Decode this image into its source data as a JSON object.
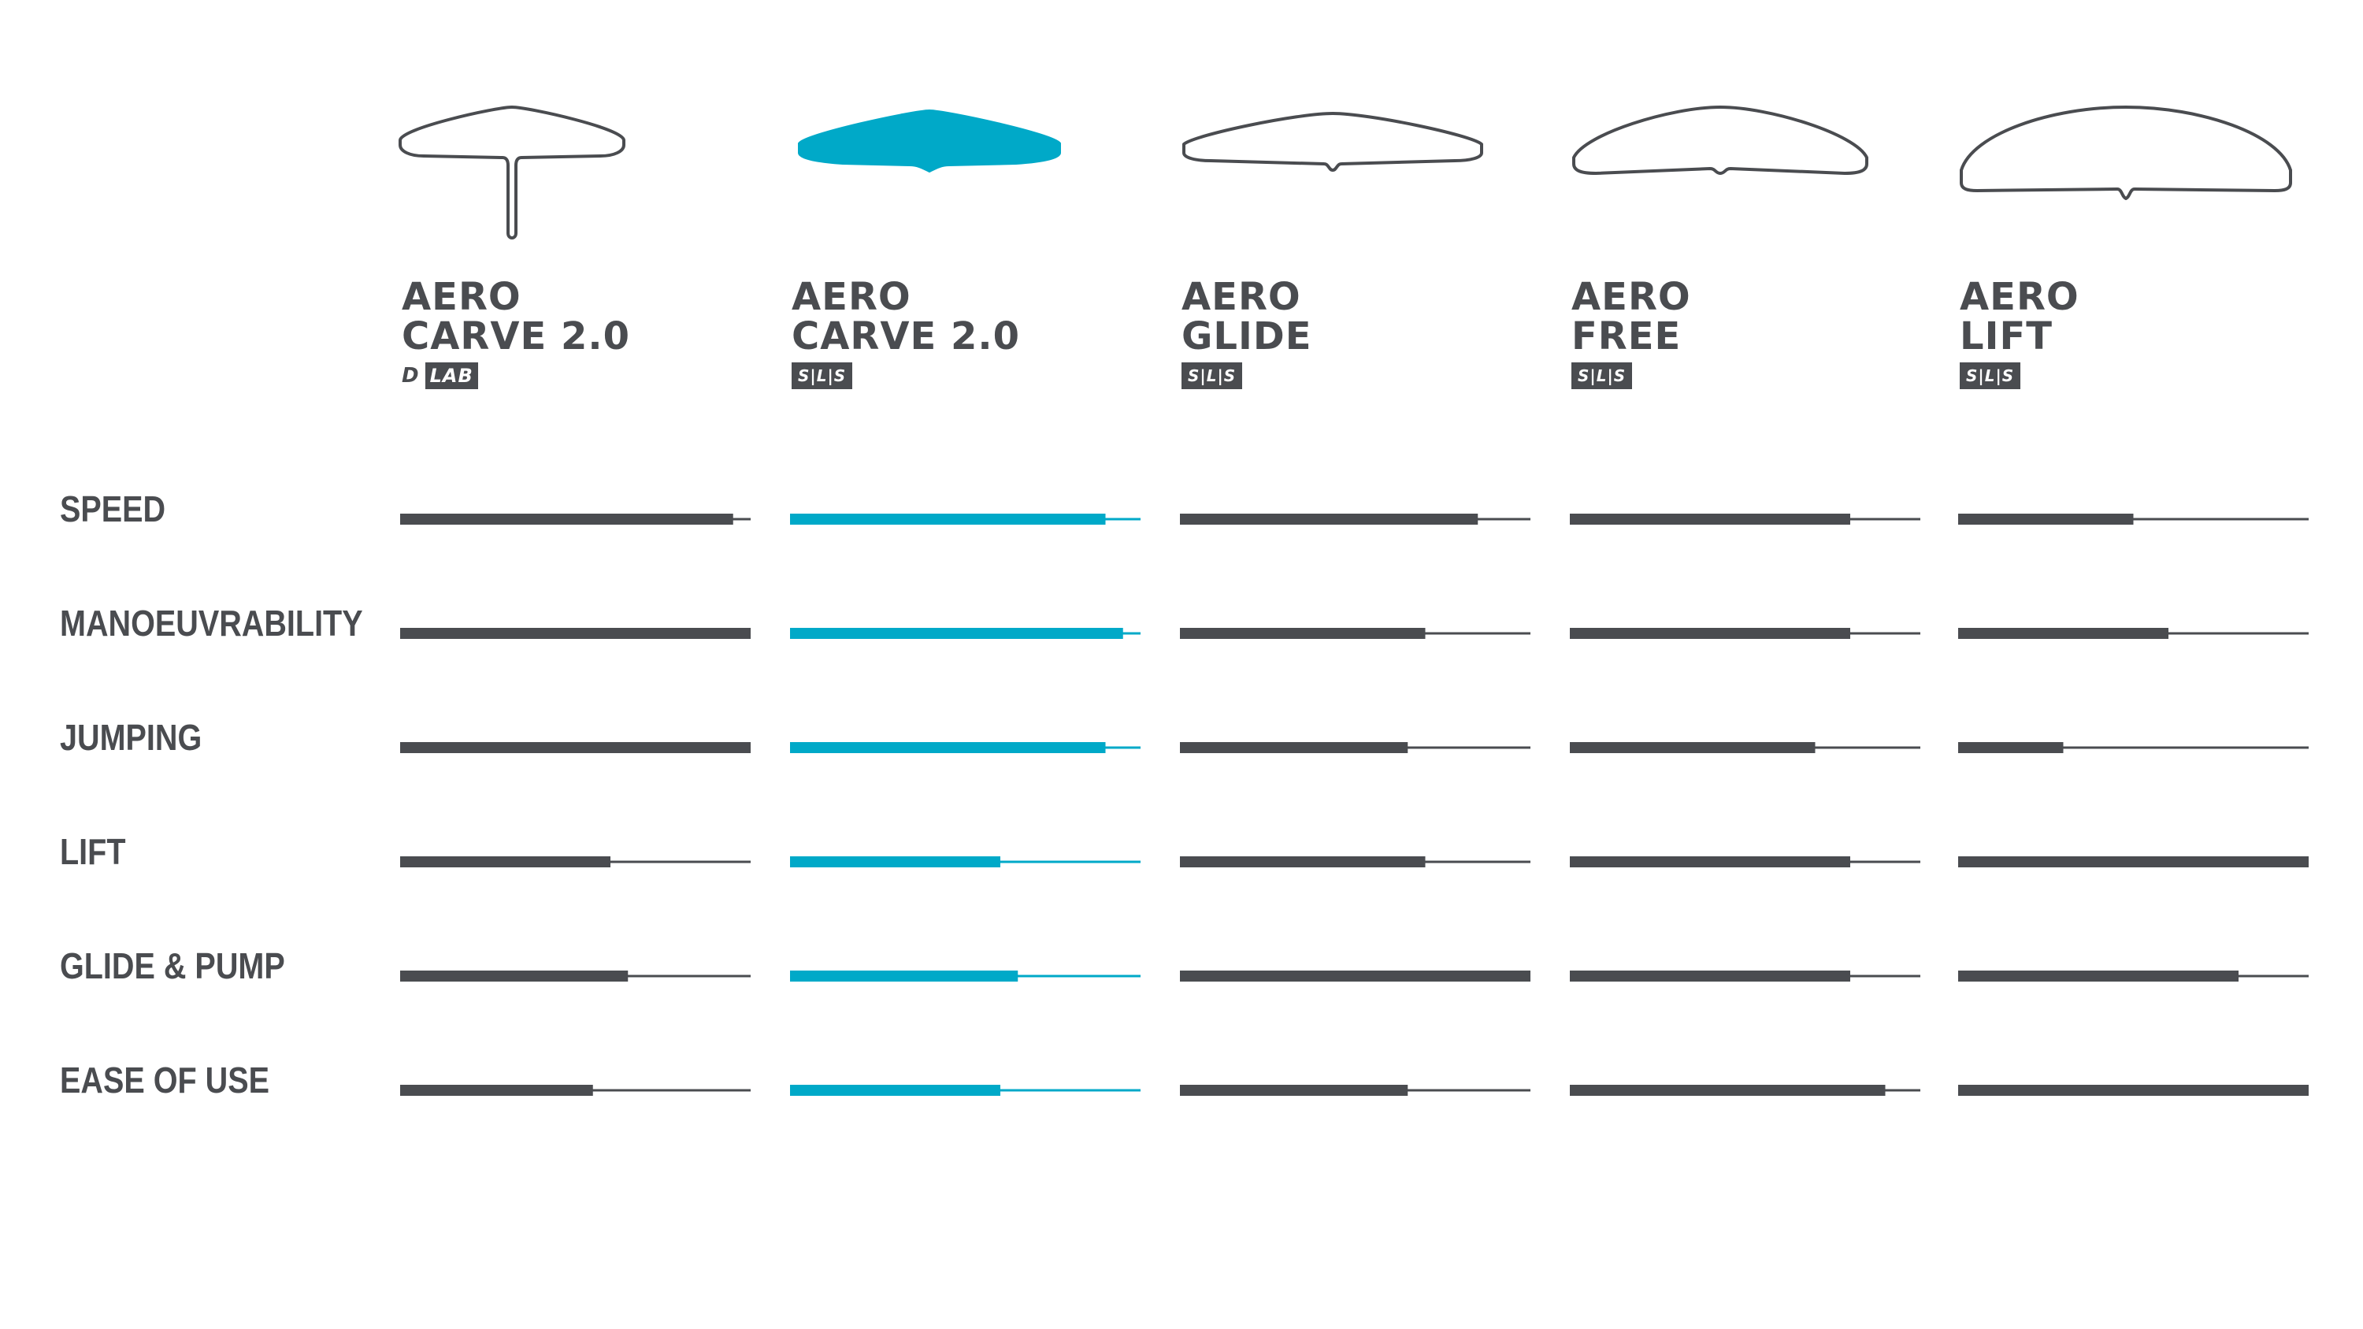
{
  "colors": {
    "dark": "#4a4c50",
    "accent": "#00a9c8"
  },
  "products": [
    {
      "name_line1": "AERO",
      "name_line2": "CARVE 2.0",
      "badge": "D LAB",
      "badge_prefix": "D",
      "badge_box": "LAB",
      "wing_shape": "small-high-aspect-t-mast-wing",
      "color": "#4a4c50",
      "highlighted": false
    },
    {
      "name_line1": "AERO",
      "name_line2": "CARVE 2.0",
      "badge": "S|L|S",
      "badge_prefix": "",
      "badge_box": "S|L|S",
      "wing_shape": "filled-carve-wing",
      "color": "#00a9c8",
      "highlighted": true
    },
    {
      "name_line1": "AERO",
      "name_line2": "GLIDE",
      "badge": "S|L|S",
      "badge_prefix": "",
      "badge_box": "S|L|S",
      "wing_shape": "glide-wing",
      "color": "#4a4c50",
      "highlighted": false
    },
    {
      "name_line1": "AERO",
      "name_line2": "FREE",
      "badge": "S|L|S",
      "badge_prefix": "",
      "badge_box": "S|L|S",
      "wing_shape": "free-wing",
      "color": "#4a4c50",
      "highlighted": false
    },
    {
      "name_line1": "AERO",
      "name_line2": "LIFT",
      "badge": "S|L|S",
      "badge_prefix": "",
      "badge_box": "S|L|S",
      "wing_shape": "lift-wing",
      "color": "#4a4c50",
      "highlighted": false
    }
  ],
  "chart_data": {
    "type": "bar",
    "orientation": "horizontal",
    "categories": [
      "SPEED",
      "MANOEUVRABILITY",
      "JUMPING",
      "LIFT",
      "GLIDE & PUMP",
      "EASE OF USE"
    ],
    "value_range": [
      0,
      1
    ],
    "series": [
      {
        "name": "AERO CARVE 2.0 D LAB",
        "values": [
          0.95,
          1.0,
          1.0,
          0.6,
          0.65,
          0.55
        ]
      },
      {
        "name": "AERO CARVE 2.0 S|L|S",
        "values": [
          0.9,
          0.95,
          0.9,
          0.6,
          0.65,
          0.6
        ]
      },
      {
        "name": "AERO GLIDE S|L|S",
        "values": [
          0.85,
          0.7,
          0.65,
          0.7,
          1.0,
          0.65
        ]
      },
      {
        "name": "AERO FREE S|L|S",
        "values": [
          0.8,
          0.8,
          0.7,
          0.8,
          0.8,
          0.9
        ]
      },
      {
        "name": "AERO LIFT S|L|S",
        "values": [
          0.5,
          0.6,
          0.3,
          1.0,
          0.8,
          1.0
        ]
      }
    ]
  }
}
